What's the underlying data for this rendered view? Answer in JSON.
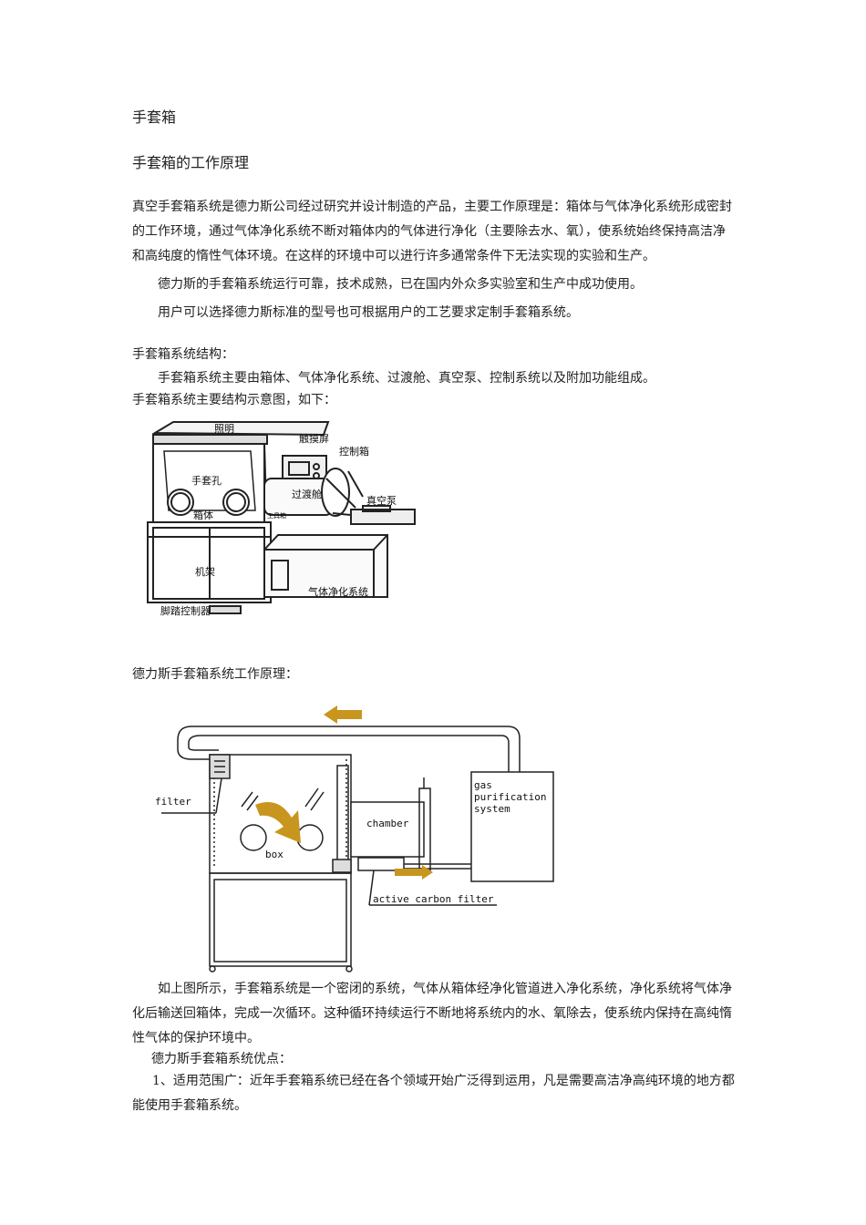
{
  "title": "手套箱",
  "heading": "手套箱的工作原理",
  "intro": " 真空手套箱系统是德力斯公司经过研究并设计制造的产品，主要工作原理是：箱体与气体净化系统形成密封的工作环境，通过气体净化系统不断对箱体内的气体进行净化（主要除去水、氧），使系统始终保持高洁净和高纯度的惰性气体环境。在这样的环境中可以进行许多通常条件下无法实现的实验和生产。",
  "reliability": "德力斯的手套箱系统运行可靠，技术成熟，已在国内外众多实验室和生产中成功使用。",
  "customize": "用户可以选择德力斯标准的型号也可根据用户的工艺要求定制手套箱系统。",
  "structure_heading": "手套箱系统结构：",
  "structure_text": "手套箱系统主要由箱体、气体净化系统、过渡舱、真空泵、控制系统以及附加功能组成。",
  "diagram_caption": "手套箱系统主要结构示意图，如下：",
  "structure_diagram": {
    "labels": {
      "lighting": "照明",
      "touchscreen": "触摸屏",
      "control_box": "控制箱",
      "glove_port": "手套孔",
      "chamber": "过渡舱",
      "vacuum_pump": "真空泵",
      "box": "箱体",
      "frame": "机架",
      "purifier": "气体净化系统",
      "foot_switch": "脚踏控制器",
      "badge": "工具箱"
    }
  },
  "principle_heading": "德力斯手套箱系统工作原理：",
  "flow_diagram": {
    "labels": {
      "filter": "filter",
      "chamber": "chamber",
      "box": "box",
      "gas_line1": "gas",
      "gas_line2": "purification",
      "gas_line3": "system",
      "carbon": "active carbon filter"
    },
    "arrow_color": "#c8961e"
  },
  "loop_text": "如上图所示，手套箱系统是一个密闭的系统，气体从箱体经净化管道进入净化系统，净化系统将气体净化后输送回箱体，完成一次循环。这种循环持续运行不断地将系统内的水、氧除去，使系统内保持在高纯惰性气体的保护环境中。",
  "advantages_heading": "德力斯手套箱系统优点：",
  "advantage_1": "1、适用范围广：近年手套箱系统已经在各个领域开始广泛得到运用，凡是需要高洁净高纯环境的地方都能使用手套箱系统。"
}
